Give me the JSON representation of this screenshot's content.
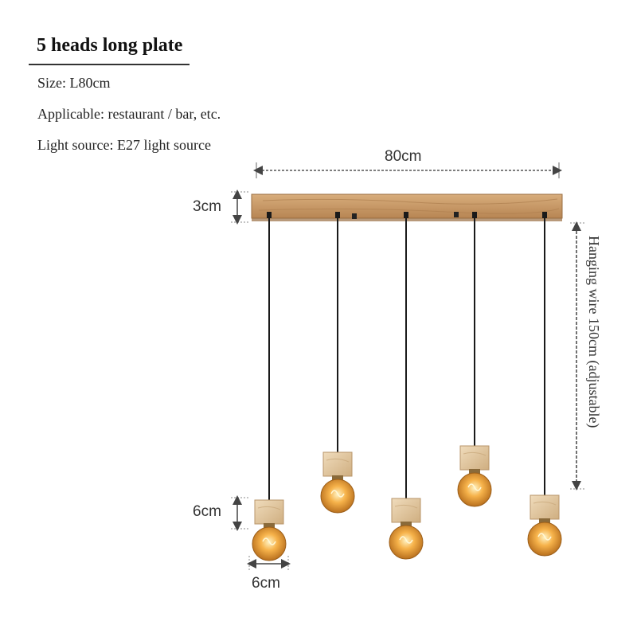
{
  "title": "5 heads long plate",
  "specs": {
    "size": "Size: L80cm",
    "applicable": "Applicable: restaurant / bar, etc.",
    "light_source": "Light source: E27 light source"
  },
  "dimensions": {
    "plate_length": "80cm",
    "plate_height": "3cm",
    "shade_height": "6cm",
    "shade_width": "6cm",
    "wire_length": "Hanging wire 150cm (adjustable)"
  },
  "colors": {
    "wood": "#c79a68",
    "wood_dark": "#a97a4a",
    "block": "#e3c9a2",
    "wire": "#1a1a1a",
    "bulb": "#f2a53a"
  },
  "lamp_count": 5
}
